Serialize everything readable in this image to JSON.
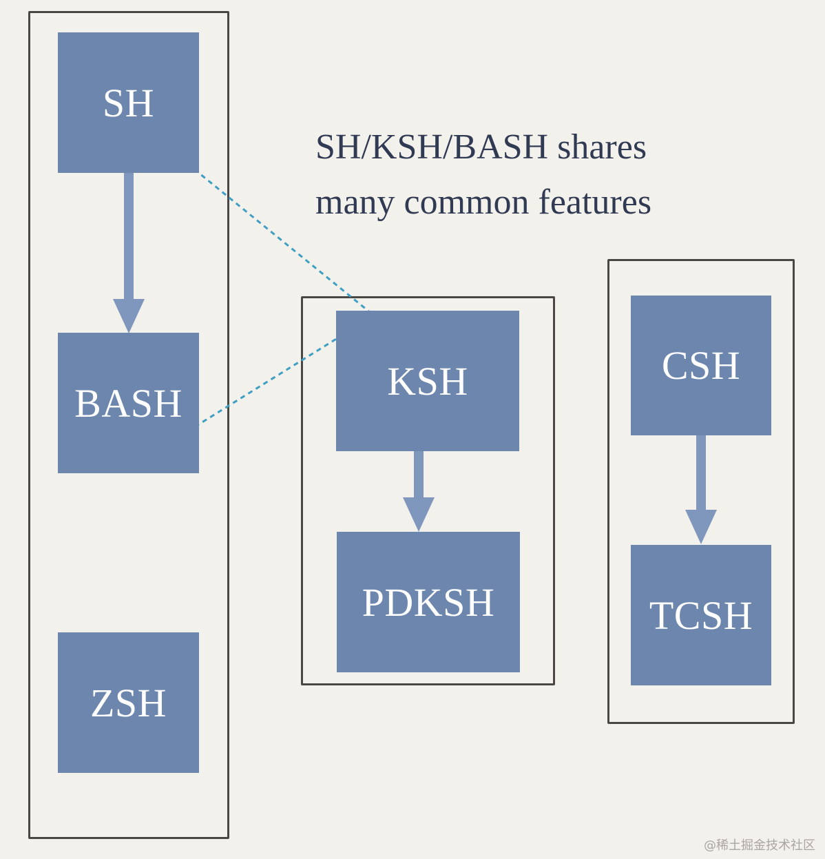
{
  "diagram": {
    "caption_line1": "SH/KSH/BASH shares",
    "caption_line2": "many common features",
    "groups": [
      {
        "id": "sh-family",
        "shells": [
          "SH",
          "BASH",
          "ZSH"
        ]
      },
      {
        "id": "ksh-family",
        "shells": [
          "KSH",
          "PDKSH"
        ]
      },
      {
        "id": "csh-family",
        "shells": [
          "CSH",
          "TCSH"
        ]
      }
    ],
    "arrows": [
      {
        "from": "SH",
        "to": "BASH"
      },
      {
        "from": "KSH",
        "to": "PDKSH"
      },
      {
        "from": "CSH",
        "to": "TCSH"
      }
    ],
    "dashed_links": [
      {
        "from": "SH",
        "to": "KSH"
      },
      {
        "from": "BASH",
        "to": "KSH"
      }
    ],
    "watermark": "@稀土掘金技术社区",
    "colors": {
      "background": "#f3f1ec",
      "box_fill": "#6c86ae",
      "box_text": "#ffffff",
      "arrow": "#7f97bd",
      "dashed_link": "#3f9fc2",
      "frame": "#4a4643",
      "caption": "#303a53"
    }
  }
}
